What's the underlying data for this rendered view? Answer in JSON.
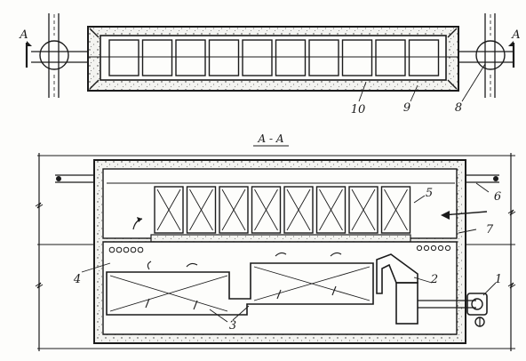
{
  "labels": {
    "section_mark_left": "A",
    "section_mark_right": "A",
    "section_title": "A - A",
    "n1": "1",
    "n2": "2",
    "n3": "3",
    "n4": "4",
    "n5": "5",
    "n6": "6",
    "n7": "7",
    "n8": "8",
    "n9": "9",
    "n10": "10"
  },
  "colors": {
    "ink": "#1b1b1b",
    "paper": "#fdfdfb",
    "insulation_fill": "#f1f1ee"
  }
}
